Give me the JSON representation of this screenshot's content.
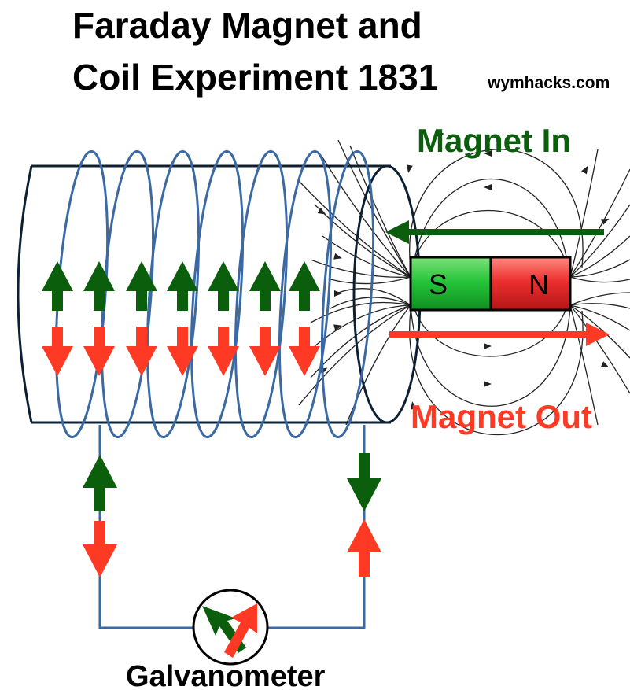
{
  "title": {
    "line1": "Faraday Magnet and",
    "line2": "Coil Experiment 1831"
  },
  "watermark": "wymhacks.com",
  "labels": {
    "magnet_in": "Magnet In",
    "magnet_out": "Magnet Out",
    "galvanometer": "Galvanometer"
  },
  "magnet": {
    "south": "S",
    "north": "N"
  },
  "colors": {
    "green": "#0b5e0b",
    "red": "#ff3a24",
    "coil_blue": "#3a69a3",
    "cylinder": "#0d2033",
    "magnet_green": "#1fbe2e",
    "magnet_red": "#e52a2a"
  }
}
